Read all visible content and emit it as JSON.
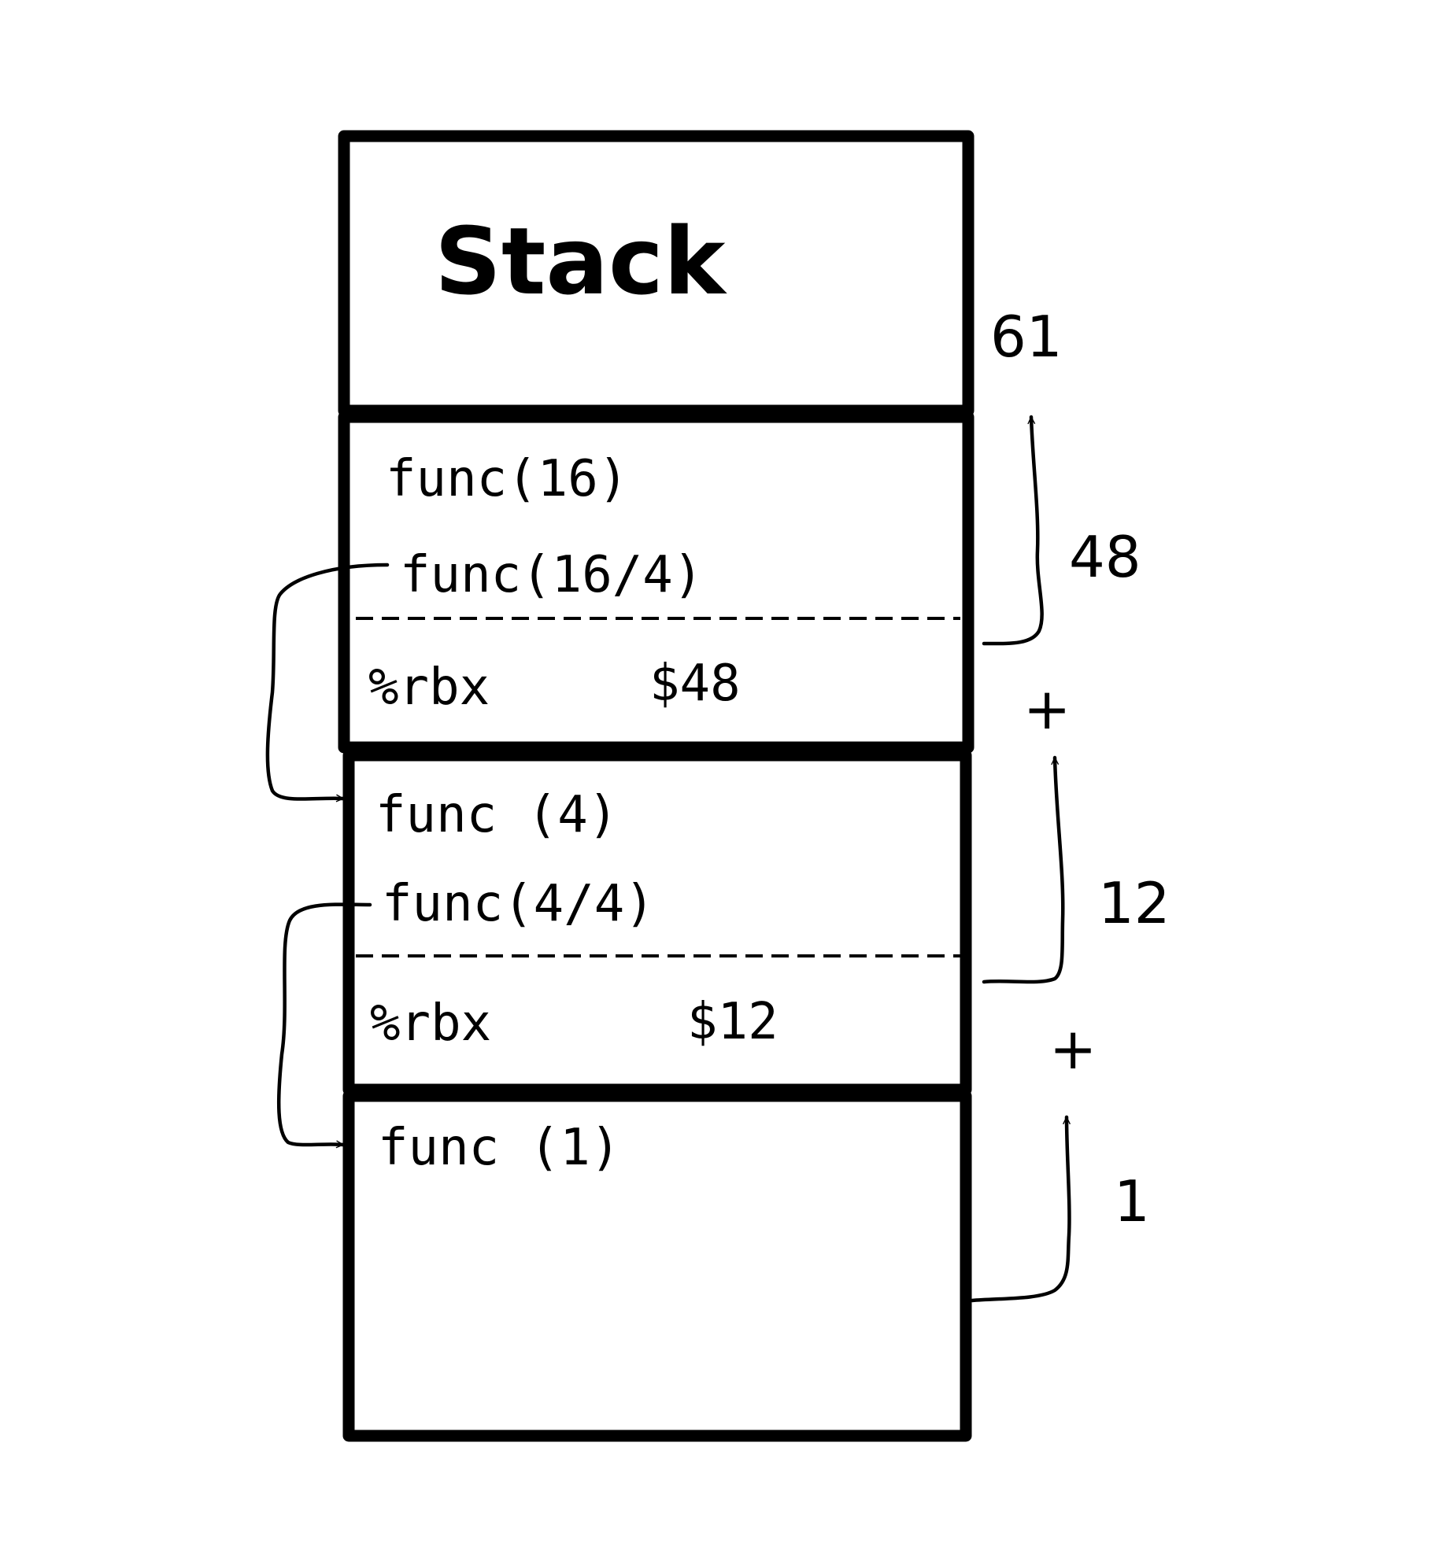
{
  "title": "Stack",
  "frames": [
    {
      "call": "func(16)",
      "recursive_call": "func(16/4)",
      "register": "%rbx",
      "saved_value": "$48"
    },
    {
      "call": "func (4)",
      "recursive_call": "func(4/4)",
      "register": "%rbx",
      "saved_value": "$12"
    },
    {
      "call": "func (1)"
    }
  ],
  "accumulation": {
    "base": "1",
    "step_one": "12",
    "step_two": "48",
    "result": "61",
    "operator": "+"
  }
}
